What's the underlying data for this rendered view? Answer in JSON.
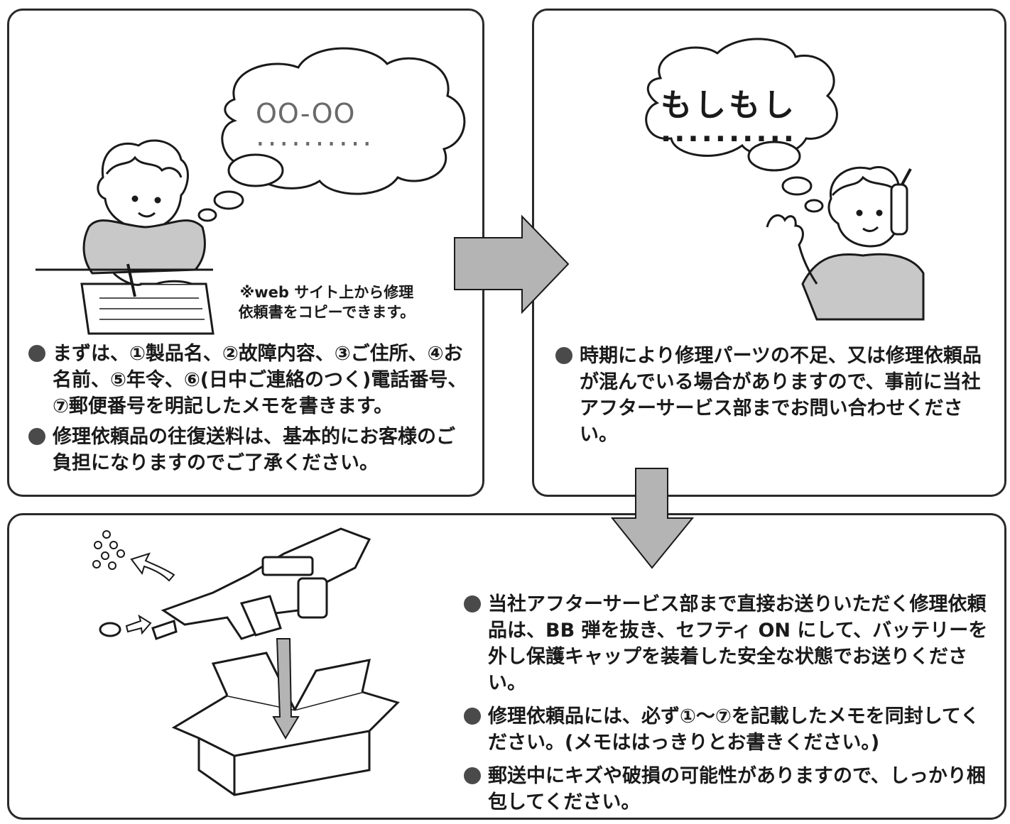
{
  "panel1": {
    "bubble_text": "OO-OO",
    "bubble_dots": "..........",
    "note_lines": [
      "※web サイト上から修理",
      "依頼書をコピーできます。"
    ],
    "bullets": [
      "まずは、①製品名、②故障内容、③ご住所、④お名前、⑤年令、⑥(日中ご連絡のつく)電話番号、⑦郵便番号を明記したメモを書きます。",
      "修理依頼品の往復送料は、基本的にお客様のご負担になりますのでご了承ください。"
    ]
  },
  "panel2": {
    "bubble_text": "もしもし",
    "bubble_dots": "..........",
    "bullets": [
      "時期により修理パーツの不足、又は修理依頼品が混んでいる場合がありますので、事前に当社アフターサービス部までお問い合わせください。"
    ]
  },
  "panel3": {
    "bullets": [
      "当社アフターサービス部まで直接お送りいただく修理依頼品は、BB 弾を抜き、セフティ ON にして、バッテリーを外し保護キャップを装着した安全な状態でお送りください。",
      "修理依頼品には、必ず①〜⑦を記載したメモを同封してください。(メモははっきりとお書きください。)",
      "郵送中にキズや破損の可能性がありますので、しっかり梱包してください。"
    ]
  },
  "colors": {
    "ink": "#1a1a1a",
    "arrow_fill": "#b4b4b4",
    "bullet_dot": "#4a4a4a",
    "shirt": "#c8c8c8"
  }
}
